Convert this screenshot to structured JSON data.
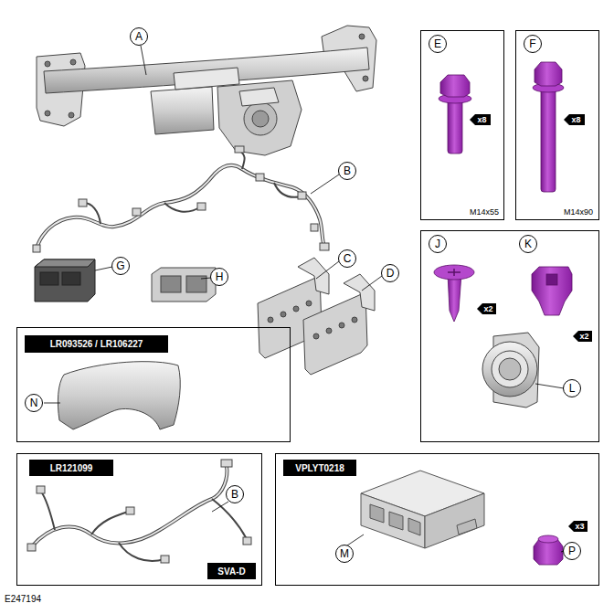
{
  "diagram": {
    "nodes": [
      {
        "text": [
          "A"
        ]
      },
      {
        "text": [
          "M14x55"
        ]
      },
      {
        "text": [
          "E"
        ],
        "in": 1
      },
      {
        "text": [
          "x8"
        ],
        "in": 1
      },
      {
        "text": [
          "M14x90"
        ]
      },
      {
        "text": [
          "F"
        ],
        "in": 4
      },
      {
        "text": [
          "x8"
        ],
        "in": 4
      },
      {
        "text": [
          "B"
        ]
      },
      {
        "text": [
          "G"
        ]
      },
      {
        "text": [
          "H"
        ]
      },
      {
        "text": [
          "C"
        ]
      },
      {
        "text": [
          "D"
        ]
      },
      {
        "text": [
          "J"
        ]
      },
      {
        "text": [
          "K"
        ]
      },
      {
        "text": [
          "x2"
        ]
      },
      {
        "text": [
          "x2"
        ]
      },
      {
        "text": [
          "L"
        ]
      },
      {
        "text": [
          "LR093526 / LR106227"
        ]
      },
      {
        "text": [
          "N"
        ],
        "in": 17
      },
      {
        "text": [
          "LR121099",
          "SVA-D"
        ]
      },
      {
        "text": [
          "B"
        ],
        "in": 19
      },
      {
        "text": [
          "VPLYT0218"
        ]
      },
      {
        "text": [
          "M"
        ],
        "in": 21
      },
      {
        "text": [
          "x3"
        ],
        "in": 21
      },
      {
        "text": [
          "P"
        ],
        "in": 21
      }
    ],
    "labels": [
      "E247194"
    ]
  }
}
